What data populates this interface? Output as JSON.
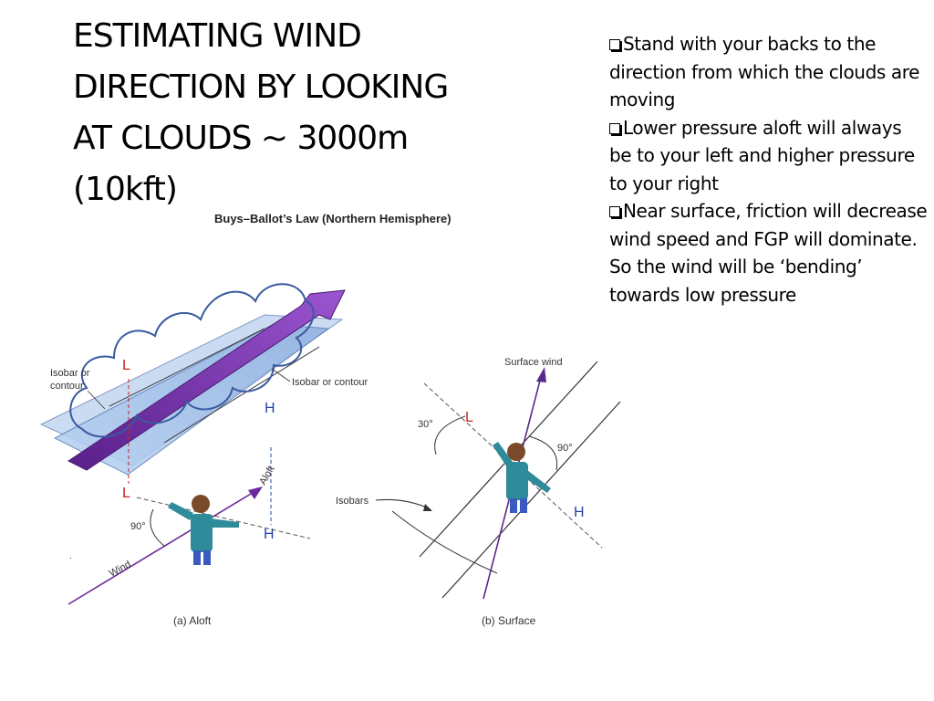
{
  "title": {
    "lines": [
      "ESTIMATING WIND",
      "DIRECTION BY LOOKING",
      "AT CLOUDS ~ 3000m",
      "(10kft)"
    ]
  },
  "bullets": [
    "Stand with your backs to the direction from which the clouds are moving",
    "Lower pressure aloft will always be to your left and higher pressure to your right",
    "Near surface, friction will decrease wind speed and FGP will dominate. So the wind will be ‘bending’ towards low pressure"
  ],
  "figure": {
    "heading": "Buys–Ballot’s Law (Northern Hemisphere)",
    "aloft": {
      "caption": "(a) Aloft",
      "isobar_left_line1": "Isobar or",
      "isobar_left_line2": "contour",
      "isobar_right": "Isobar or contour",
      "low_upper": "L",
      "high_upper": "H",
      "low_lower": "L",
      "high_lower": "H",
      "aloft_label": "Aloft",
      "angle": "90°",
      "wind_label": "Wind"
    },
    "surface": {
      "caption": "(b) Surface",
      "surface_wind": "Surface wind",
      "angle_left": "30°",
      "angle_right": "90°",
      "low": "L",
      "high": "H",
      "isobars": "Isobars"
    }
  },
  "colors": {
    "low": "#cc2222",
    "high": "#2244aa",
    "wind_arrow": "#7733aa",
    "plane": "#9fbfe8",
    "cloud_outline": "#3a5aa0"
  }
}
